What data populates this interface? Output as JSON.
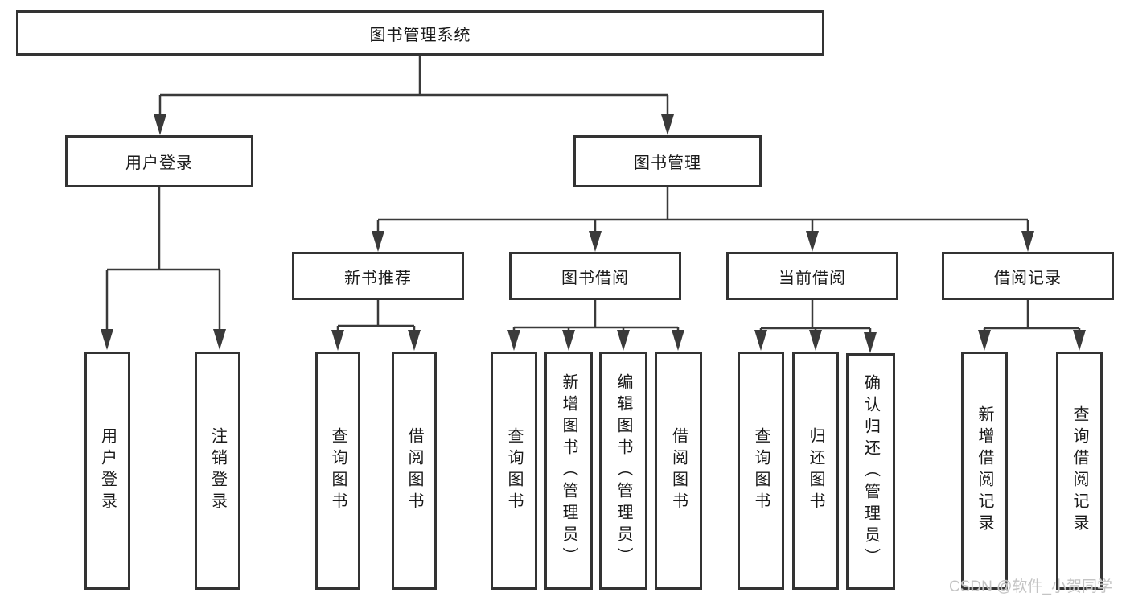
{
  "tree": {
    "root": "图书管理系统",
    "branches": [
      {
        "label": "用户登录",
        "children": [
          {
            "label": "用户登录"
          },
          {
            "label": "注销登录"
          }
        ]
      },
      {
        "label": "图书管理",
        "children": [
          {
            "label": "新书推荐",
            "children": [
              {
                "label": "查询图书"
              },
              {
                "label": "借阅图书"
              }
            ]
          },
          {
            "label": "图书借阅",
            "children": [
              {
                "label": "查询图书"
              },
              {
                "label": "新增图书（管理员）"
              },
              {
                "label": "编辑图书（管理员）"
              },
              {
                "label": "借阅图书"
              }
            ]
          },
          {
            "label": "当前借阅",
            "children": [
              {
                "label": "查询图书"
              },
              {
                "label": "归还图书"
              },
              {
                "label": "确认归还（管理员）"
              }
            ]
          },
          {
            "label": "借阅记录",
            "children": [
              {
                "label": "新增借阅记录"
              },
              {
                "label": "查询借阅记录"
              }
            ]
          }
        ]
      }
    ]
  },
  "watermark": {
    "text": "CSDN @软件_小贺同学"
  },
  "colors": {
    "line": "#3a3a3a",
    "box_border": "#333333",
    "text": "#1a1a1a",
    "watermark": "#c1c1c1",
    "background": "#ffffff"
  }
}
